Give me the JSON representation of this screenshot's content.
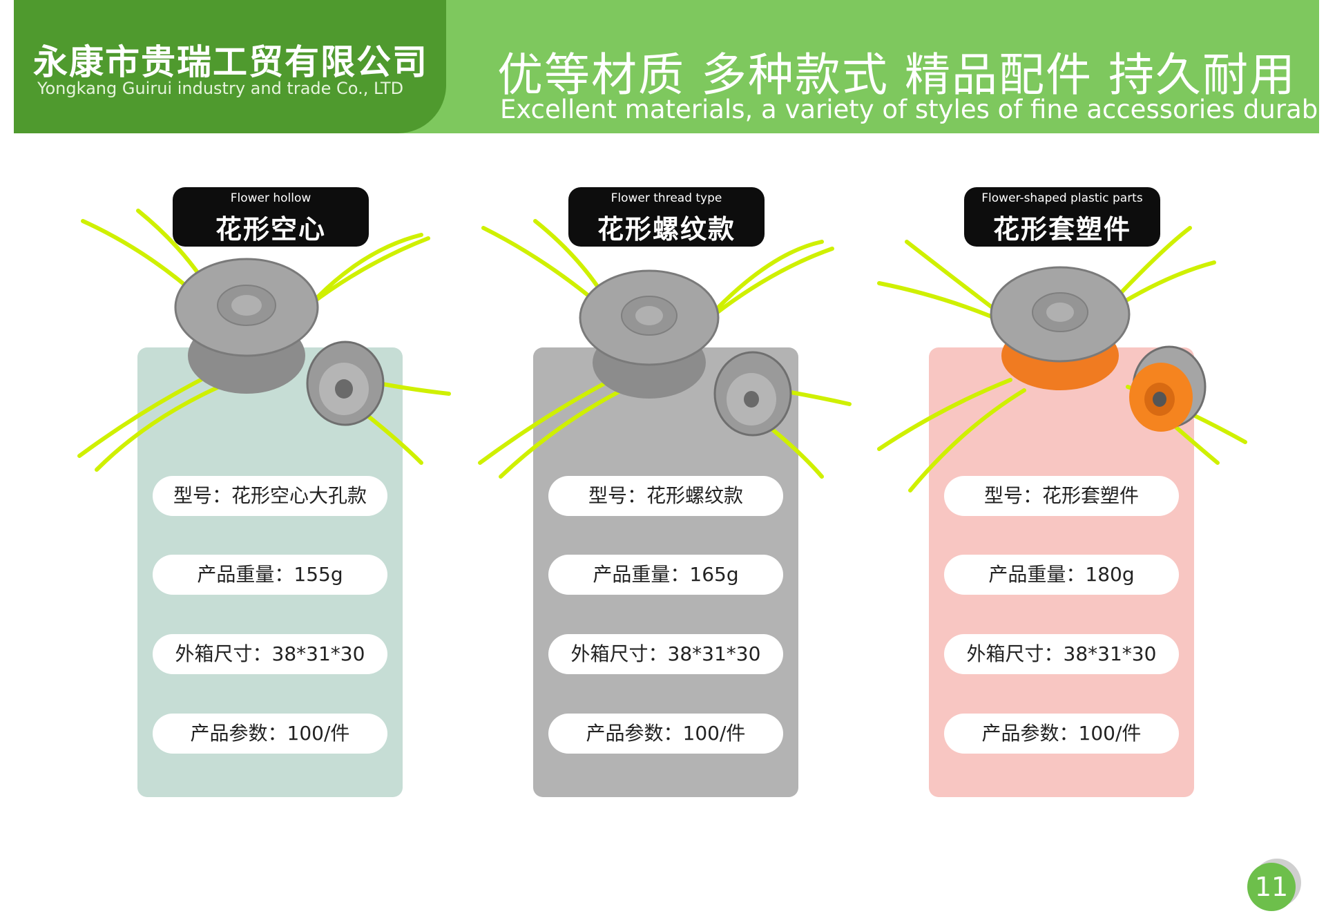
{
  "header": {
    "company_cn": "永康市贵瑞工贸有限公司",
    "company_en": "Yongkang Guirui industry and trade Co., LTD",
    "slogan_cn": "优等材质 多种款式 精品配件 持久耐用",
    "slogan_en": "Excellent materials, a variety of styles of fine accessories durable",
    "colors": {
      "header_bg": "#7ec85e",
      "company_bg": "#4f9a2e"
    }
  },
  "products": [
    {
      "tag_en": "Flower hollow",
      "tag_cn": "花形空心",
      "card_color": "#c6ddd5",
      "specs": [
        "型号：花形空心大孔款",
        "产品重量：155g",
        "外箱尺寸：38*31*30",
        "产品参数：100/件"
      ]
    },
    {
      "tag_en": "Flower thread type",
      "tag_cn": "花形螺纹款",
      "card_color": "#b3b3b3",
      "specs": [
        "型号：花形螺纹款",
        "产品重量：165g",
        "外箱尺寸：38*31*30",
        "产品参数：100/件"
      ]
    },
    {
      "tag_en": "Flower-shaped plastic parts",
      "tag_cn": "花形套塑件",
      "card_color": "#f8c6c2",
      "specs": [
        "型号：花形套塑件",
        "产品重量：180g",
        "外箱尺寸：38*31*30",
        "产品参数：100/件"
      ]
    }
  ],
  "page_number": "11"
}
